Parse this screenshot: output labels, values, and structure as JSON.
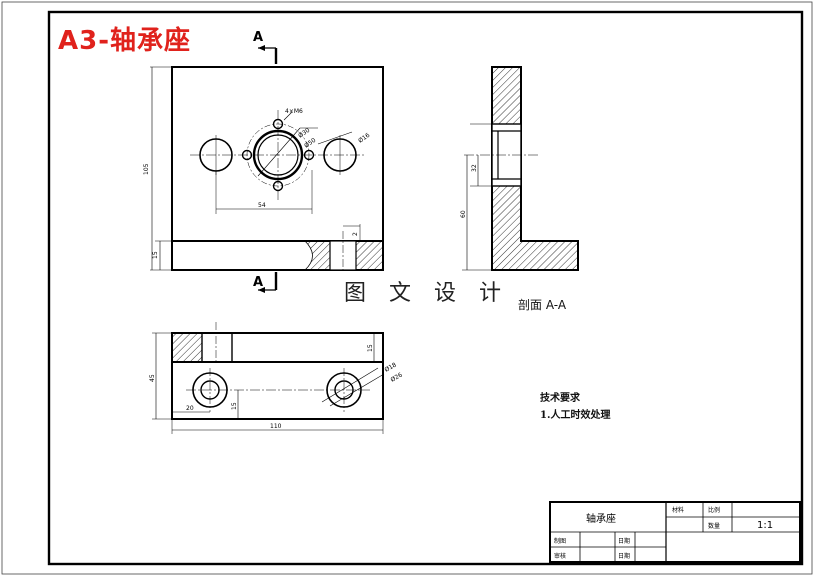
{
  "title_tag": "A3-轴承座",
  "watermark": "图 文 设 计",
  "section_marker": "A",
  "section_label": "剖面 A-A",
  "front_view": {
    "height_dim": "105",
    "base_dim": "15",
    "hole_spacing_dim": "54",
    "note_holes": "4×M6",
    "dia_center": "Ø30",
    "dia_bolt_circle": "Ø50",
    "dia_outer_hole": "Ø16",
    "step_dim": "2"
  },
  "side_view": {
    "bore_dim": "32",
    "height_dim": "60"
  },
  "top_view": {
    "height_dim": "45",
    "step_dim": "15",
    "edge_dim": "20",
    "hole_offset_dim": "15",
    "width_dim": "110",
    "dia_small": "Ø18",
    "dia_large": "Ø26"
  },
  "tech_requirements": {
    "heading": "技术要求",
    "item1": "1.人工时效处理"
  },
  "title_block": {
    "part_name": "轴承座",
    "material_label": "材料",
    "ratio_label": "比例",
    "scale": "1:1",
    "quantity_label": "数量",
    "drawer_label": "制图",
    "checker_label": "审核",
    "date_label_1": "日期",
    "date_label_2": "日期"
  },
  "colors": {
    "title_red": "#e0221c",
    "line": "#000000"
  }
}
